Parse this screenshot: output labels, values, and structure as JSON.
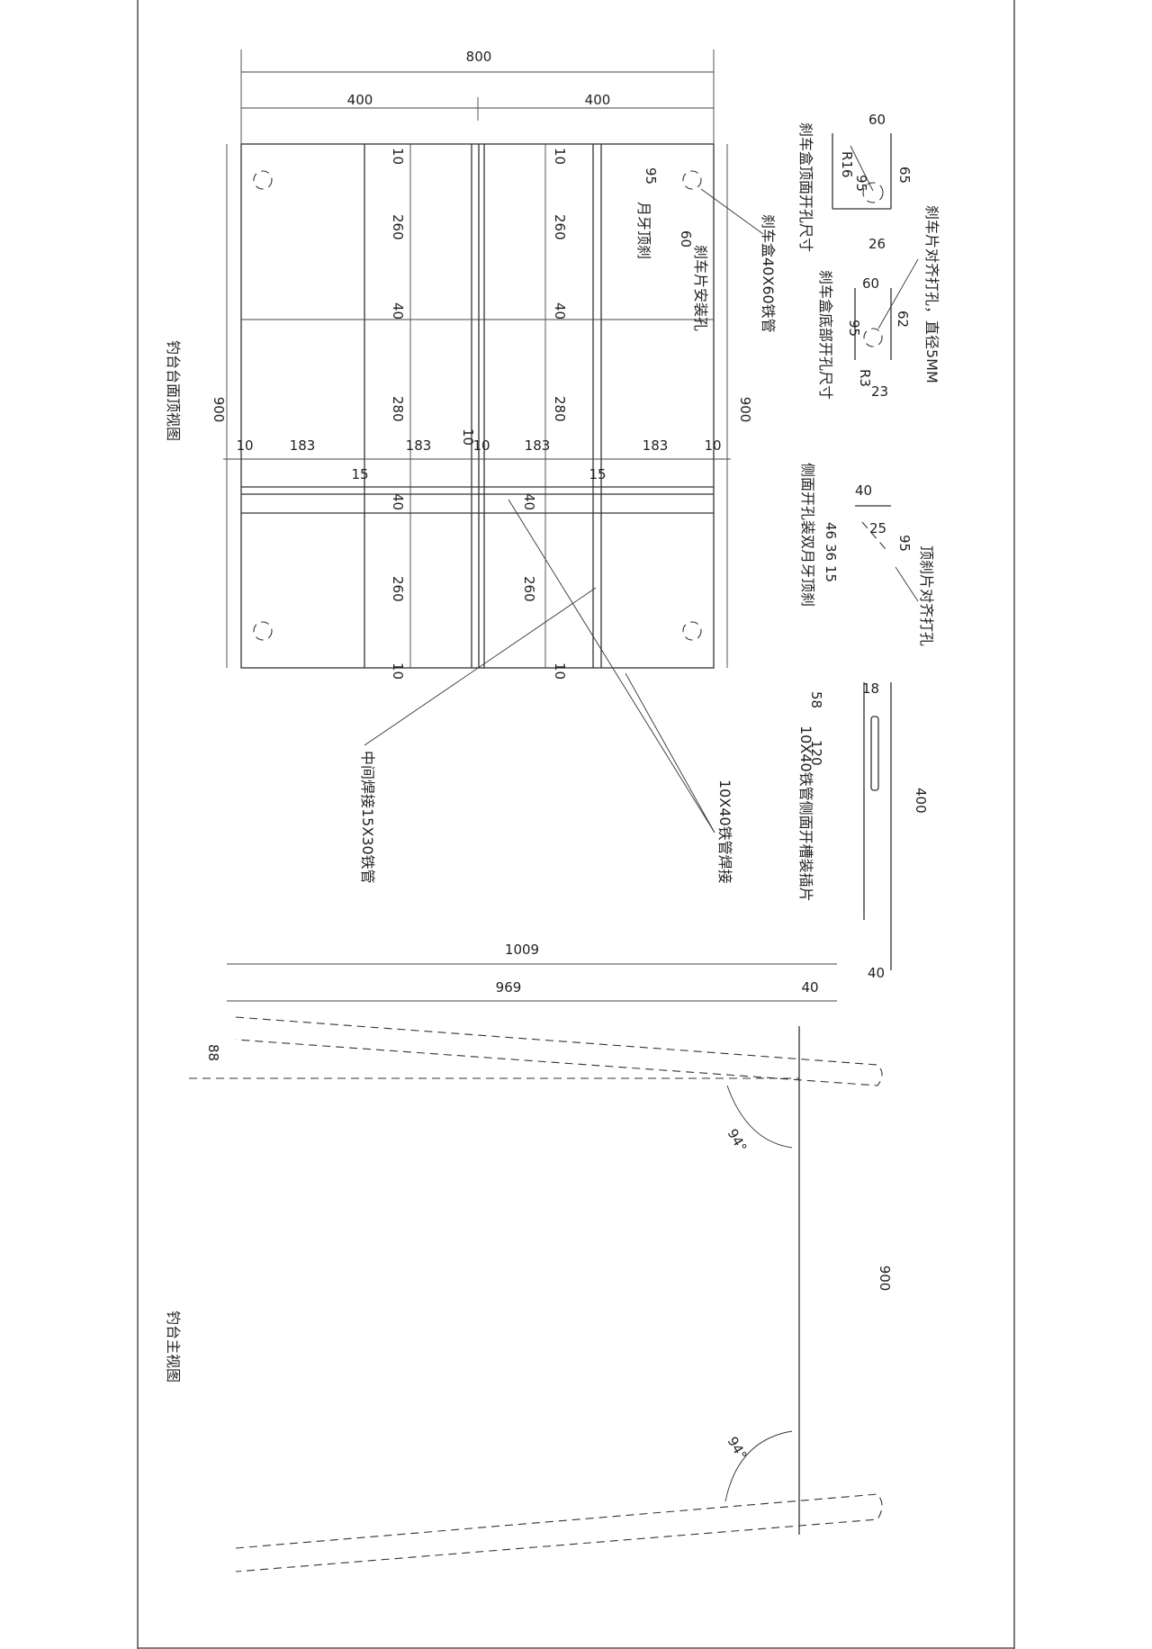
{
  "top_view": {
    "title": "钓台台面顶视图",
    "dims": {
      "overall_width": "800",
      "half_left": "400",
      "half_right": "400",
      "length_left": "900",
      "length_right": "900",
      "seg_10_top_a": "10",
      "seg_260_a": "260",
      "seg_40_a": "40",
      "seg_280_a": "280",
      "seg_40_b": "40",
      "seg_260_b": "260",
      "seg_10_bot_a": "10",
      "seg_10_top_b": "10",
      "seg_260_c": "260",
      "seg_40_c": "40",
      "seg_280_b": "280",
      "seg_40_d": "40",
      "seg_260_d": "260",
      "seg_10_bot_b": "10",
      "row_10_a": "10",
      "row_183_a": "183",
      "row_183_b": "183",
      "row_10_b": "10",
      "row_10_c": "10",
      "row_183_c": "183",
      "row_183_d": "183",
      "row_10_d": "10",
      "gap_15_a": "15",
      "gap_15_b": "15",
      "hole_95": "95",
      "hole_60": "60"
    },
    "notes": {
      "brake_box": "刹车盒40X60铁管",
      "brake_plate_hole": "刹车片安装孔",
      "moon_brake": "月牙顶刹",
      "middle_weld": "中间焊接15X30铁管",
      "tube_weld": "10X40铁管焊接"
    }
  },
  "detail_box_top": {
    "label": "刹车盒顶面开孔尺寸",
    "d60": "60",
    "r16": "R16",
    "d95": "95",
    "d65": "65",
    "d26": "26"
  },
  "detail_box_bottom": {
    "label": "刹车盒底部开孔尺寸",
    "d60": "60",
    "d62": "62",
    "d95": "95",
    "r3": "R3",
    "d23": "23",
    "note": "刹车片对齐打孔，直径5MM"
  },
  "detail_side": {
    "label": "侧面开孔装双月牙顶刹",
    "d40": "40",
    "d25": "25",
    "d95": "95",
    "d46": "46",
    "d36": "36",
    "d15": "15",
    "note": "顶刹片对齐打孔"
  },
  "detail_slot": {
    "label": "10X40铁管侧面开槽装插片",
    "d18": "18",
    "d58": "58",
    "d120": "120",
    "d400": "400",
    "d40": "40"
  },
  "main_view": {
    "title": "钓台主视图",
    "d1009": "1009",
    "d969": "969",
    "d40": "40",
    "d88": "88",
    "d900": "900",
    "angle_a": "94°",
    "angle_b": "94°"
  }
}
